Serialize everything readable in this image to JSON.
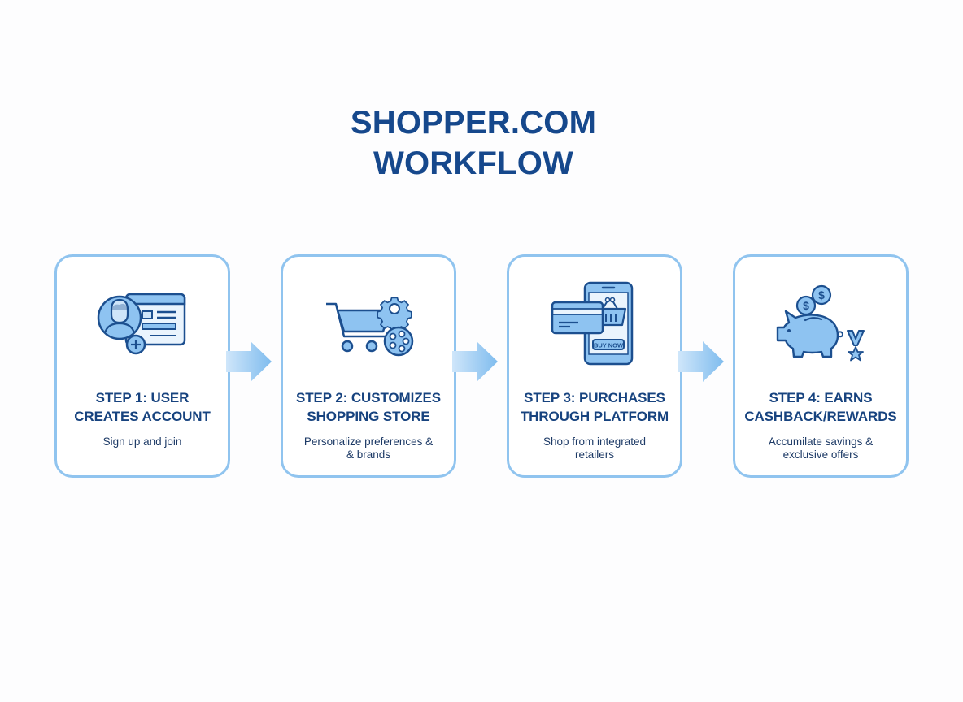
{
  "title": {
    "line1": "SHOPPER.COM",
    "line2": "WORKFLOW"
  },
  "colors": {
    "title": "#16488c",
    "heading": "#17437f",
    "card_border": "#90c4ef",
    "icon_fill": "#8ec3f1",
    "icon_stroke": "#1c4f8f",
    "arrow": "#8ec5f0"
  },
  "steps": [
    {
      "icon": "user-account-add-icon",
      "heading_line1": "STEP 1: USER",
      "heading_line2": "CREATES ACCOUNT",
      "desc_line1": "Sign up and join",
      "desc_line2": ""
    },
    {
      "icon": "shopping-cart-settings-icon",
      "heading_line1": "STEP 2: CUSTOMIZES",
      "heading_line2": "SHOPPING STORE",
      "desc_line1": "Personalize preferences &",
      "desc_line2": "& brands"
    },
    {
      "icon": "mobile-purchase-icon",
      "heading_line1": "STEP 3: PURCHASES",
      "heading_line2": "THROUGH PLATFORM",
      "desc_line1": "Shop from integrated",
      "desc_line2": "retailers",
      "phone_button_label": "BUY NOW"
    },
    {
      "icon": "piggy-bank-rewards-icon",
      "heading_line1": "STEP 4: EARNS",
      "heading_line2": "CASHBACK/REWARDS",
      "desc_line1": "Accumilate savings &",
      "desc_line2": "exclusive offers"
    }
  ],
  "connectors": [
    {
      "from": 1,
      "to": 2,
      "icon": "arrow-right-icon"
    },
    {
      "from": 2,
      "to": 3,
      "icon": "arrow-right-icon"
    },
    {
      "from": 3,
      "to": 4,
      "icon": "arrow-right-icon"
    }
  ]
}
